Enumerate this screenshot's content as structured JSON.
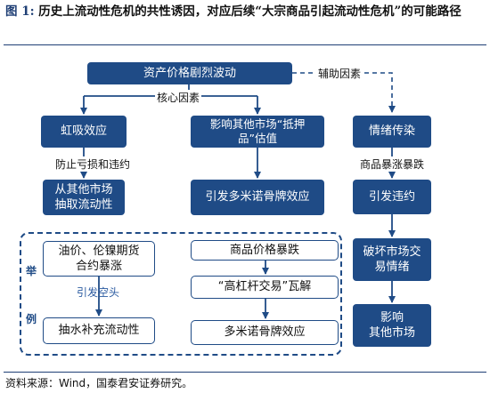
{
  "title": {
    "prefix": "图 1:",
    "text": "历史上流动性危机的共性诱因，对应后续“大宗商品引起流动性危机”的可能路径"
  },
  "nodes": {
    "top": "资产价格剧烈波动",
    "siphon": "虹吸效应",
    "collateral": "影响其他市场“抵押品”估值",
    "emotion": "情绪传染",
    "extract": "从其他市场\n抽取流动性",
    "domino": "引发多米诺骨牌效应",
    "default": "引发违约",
    "break": "破坏市场交易情绪",
    "impact": "影响\n其他市场",
    "ex_oil": "油价、伦镍期货\n合约暴涨",
    "ex_pump": "抽水补充流动性",
    "ex_crash": "商品价格暴跌",
    "ex_leverage": "“高杠杆交易”瓦解",
    "ex_domino": "多米诺骨牌效应"
  },
  "labels": {
    "aux": "辅助因素",
    "core": "核心因素",
    "stoploss": "防止亏损和违约",
    "commodity_crash": "商品暴涨暴跌",
    "short_squeeze": "引发空头",
    "example_1": "举",
    "example_2": "例"
  },
  "source": "资料来源：Wind，国泰君安证券研究。",
  "colors": {
    "dark": "#1f4b86",
    "title": "#1f3f75"
  }
}
